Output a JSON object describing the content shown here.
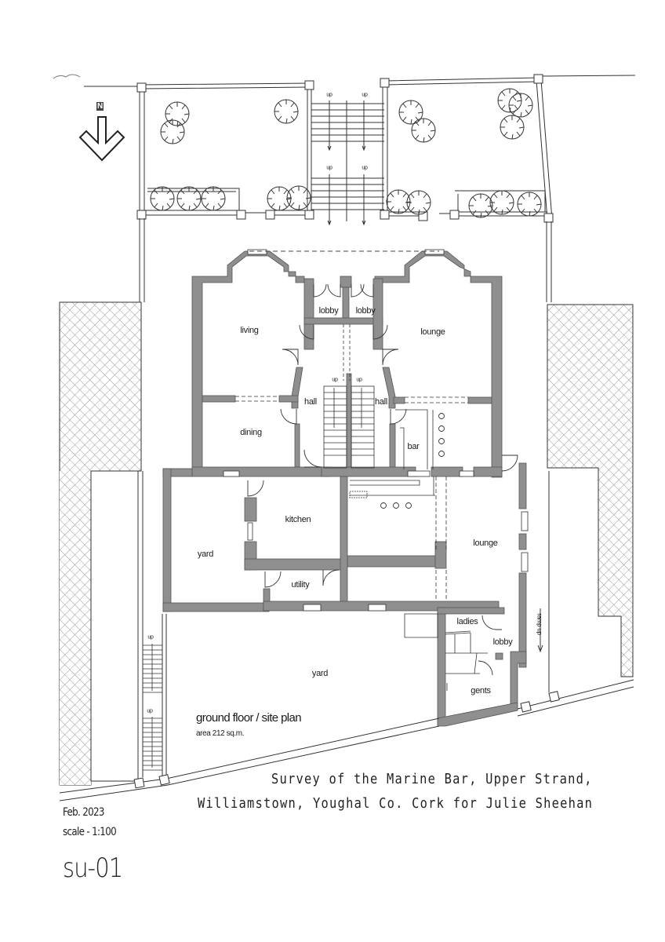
{
  "drawing": {
    "title": "ground floor / site plan",
    "area": "area 212 sq.m.",
    "survey_line_1": "Survey of the Marine Bar, Upper Strand,",
    "survey_line_2": "Williamstown, Youghal Co. Cork for Julie Sheehan",
    "date": "Feb. 2023",
    "scale": "scale - 1:100",
    "sheet_number": "su-01",
    "north_label": "N",
    "north_icon": "north-arrow-icon",
    "colors": {
      "wall_fill": "#8f8f8f",
      "wall_stroke": "#555555",
      "line": "#333333",
      "hatch": "#9a9a9a",
      "paper": "#ffffff"
    }
  },
  "rooms": {
    "living": "living",
    "dining": "dining",
    "lobby_left": "lobby",
    "lobby_right": "lobby",
    "hall_left": "hall",
    "hall_right": "hall",
    "lounge_front": "lounge",
    "bar": "bar",
    "kitchen": "kitchen",
    "yard_side": "yard",
    "utility": "utility",
    "lounge_rear": "lounge",
    "ladies": "ladies",
    "lobby_wc": "lobby",
    "gents": "gents",
    "yard_rear": "yard"
  },
  "annotations": {
    "stair_up": "up",
    "ramp": "ramp up"
  }
}
